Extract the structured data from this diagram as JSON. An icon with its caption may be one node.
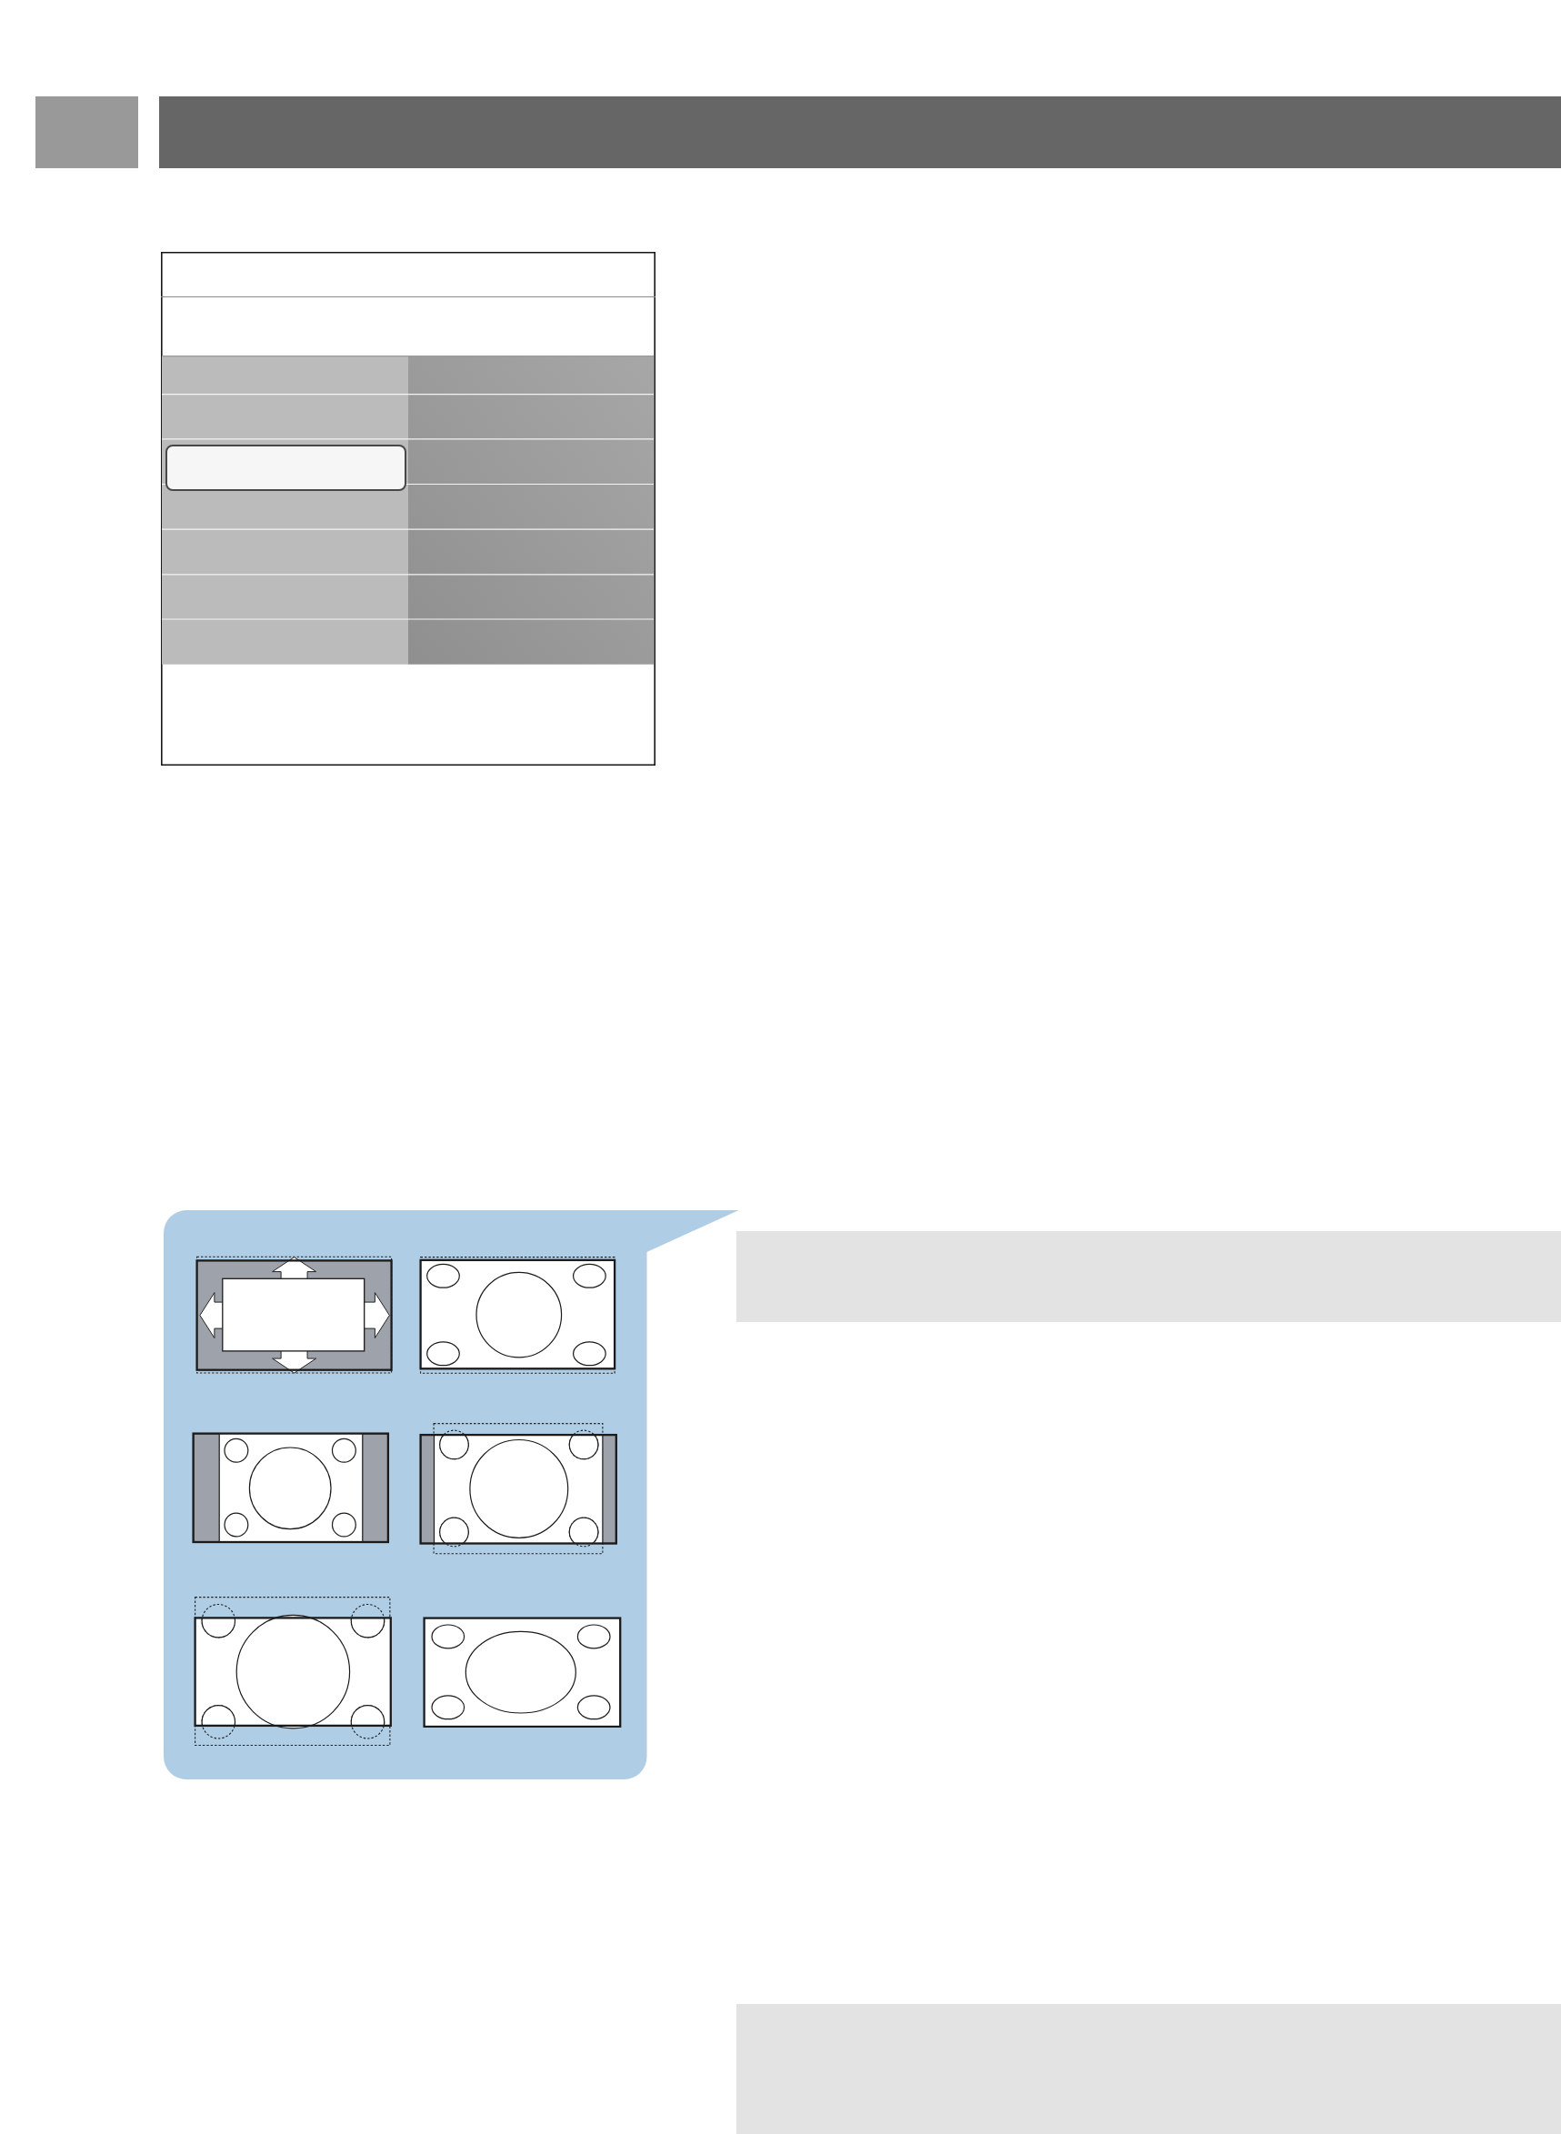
{
  "diagram": {
    "nodes": [
      {
        "text": [],
        "shape": "bar"
      },
      {
        "text": [],
        "shape": "bar"
      },
      {
        "text": [],
        "shape": "box"
      },
      {
        "text": [],
        "shape": "box",
        "in": 2
      },
      {
        "text": [],
        "shape": "box"
      },
      {
        "text": [],
        "shape": "picture",
        "in": 4
      },
      {
        "text": [],
        "shape": "picture",
        "in": 4
      },
      {
        "text": [],
        "shape": "picture",
        "in": 4
      },
      {
        "text": [],
        "shape": "picture",
        "in": 4
      },
      {
        "text": [],
        "shape": "picture",
        "in": 4
      },
      {
        "text": [],
        "shape": "picture",
        "in": 4
      },
      {
        "text": [],
        "shape": "box"
      },
      {
        "text": [],
        "shape": "box"
      }
    ]
  }
}
